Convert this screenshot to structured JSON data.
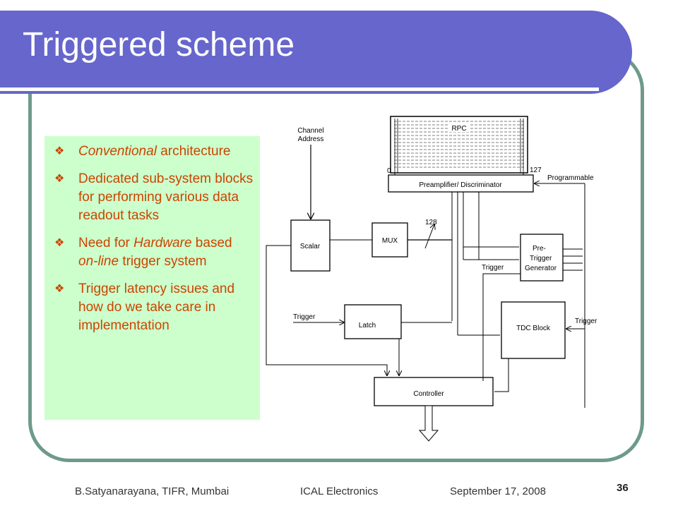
{
  "slide": {
    "title": "Triggered scheme",
    "page_number": "36"
  },
  "bullets": [
    {
      "parts": [
        {
          "text": "Conventional",
          "italic": true
        },
        {
          "text": " architecture",
          "italic": false
        }
      ]
    },
    {
      "parts": [
        {
          "text": "Dedicated sub-system blocks for performing various data readout tasks",
          "italic": false
        }
      ]
    },
    {
      "parts": [
        {
          "text": "Need for ",
          "italic": false
        },
        {
          "text": "Hardware",
          "italic": true
        },
        {
          "text": " based ",
          "italic": false
        },
        {
          "text": "on-line",
          "italic": true
        },
        {
          "text": " trigger system",
          "italic": false
        }
      ]
    },
    {
      "parts": [
        {
          "text": "Trigger latency issues and how do we take care in implementation",
          "italic": false
        }
      ]
    }
  ],
  "diagram": {
    "rpc": "RPC",
    "channel_address_1": "Channel",
    "channel_address_2": "Address",
    "zero": "0",
    "ch127": "127",
    "programmable": "Programmable",
    "preamp": "Preamplifier/ Discriminator",
    "scalar": "Scalar",
    "mux": "MUX",
    "ch128": "128",
    "pretrigger_1": "Pre-",
    "pretrigger_2": "Trigger",
    "pretrigger_3": "Generator",
    "trigger_label": "Trigger",
    "latch": "Latch",
    "tdc": "TDC Block",
    "controller": "Controller"
  },
  "footer": {
    "author": "B.Satyanarayana, TIFR, Mumbai",
    "event": "ICAL Electronics",
    "date": "September 17, 2008"
  },
  "colors": {
    "title_bar": "#6666cc",
    "frame_border": "#6e9a8a",
    "bullet_bg": "#ccffcc",
    "bullet_text": "#cc4400"
  }
}
